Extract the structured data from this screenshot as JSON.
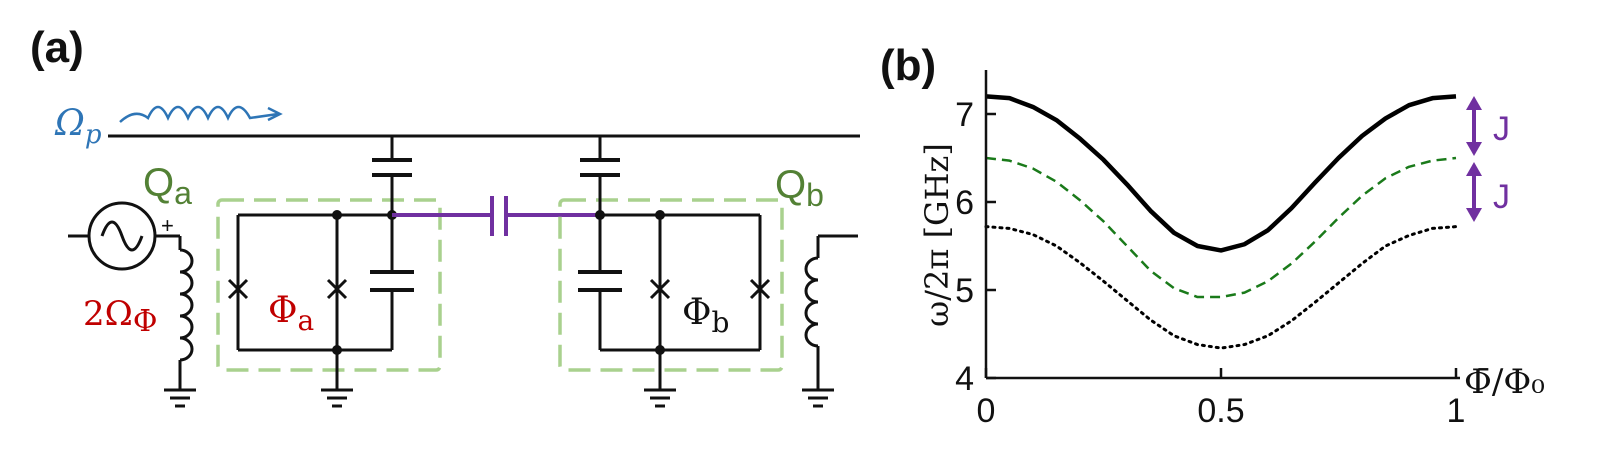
{
  "panel_a": {
    "label": "(a)",
    "pump_label": "Ω",
    "pump_sub": "p",
    "qubit_a_label": "Q",
    "qubit_a_sub": "a",
    "qubit_b_label": "Q",
    "qubit_b_sub": "b",
    "flux_drive_label": "2Ω",
    "flux_drive_sub": "Φ",
    "flux_a_label": "Φ",
    "flux_a_sub": "a",
    "flux_b_label": "Φ",
    "flux_b_sub": "b",
    "plus_sign": "+",
    "colors": {
      "pump": "#2e75b6",
      "qubit": "#538135",
      "flux": "#c00000",
      "coupler": "#7030a0",
      "box": "#a9d18e"
    }
  },
  "panel_b": {
    "label": "(b)",
    "coupling_label_1": "J",
    "coupling_label_2": "J"
  },
  "chart_data": {
    "type": "line",
    "xlabel": "Φ̄/Φ₀",
    "ylabel": "ω/2π  [GHz]",
    "xlim": [
      0,
      1
    ],
    "ylim": [
      4,
      7.5
    ],
    "xticks": [
      "0",
      "0.5",
      "1"
    ],
    "yticks": [
      "4",
      "5",
      "6",
      "7"
    ],
    "x": [
      0,
      0.05,
      0.1,
      0.15,
      0.2,
      0.25,
      0.3,
      0.35,
      0.4,
      0.45,
      0.5,
      0.55,
      0.6,
      0.65,
      0.7,
      0.75,
      0.8,
      0.85,
      0.9,
      0.95,
      1.0
    ],
    "series": [
      {
        "style": "solid",
        "color": "#000000",
        "values": [
          7.2,
          7.18,
          7.08,
          6.93,
          6.72,
          6.48,
          6.2,
          5.9,
          5.65,
          5.5,
          5.45,
          5.52,
          5.68,
          5.93,
          6.22,
          6.5,
          6.75,
          6.95,
          7.1,
          7.18,
          7.2
        ]
      },
      {
        "style": "dashed",
        "color": "#1a7a1a",
        "values": [
          6.5,
          6.47,
          6.38,
          6.23,
          6.02,
          5.78,
          5.5,
          5.22,
          5.02,
          4.92,
          4.92,
          4.97,
          5.1,
          5.3,
          5.55,
          5.82,
          6.07,
          6.27,
          6.4,
          6.47,
          6.5
        ]
      },
      {
        "style": "dotted",
        "color": "#000000",
        "values": [
          5.72,
          5.7,
          5.63,
          5.5,
          5.31,
          5.1,
          4.88,
          4.66,
          4.48,
          4.38,
          4.34,
          4.38,
          4.48,
          4.65,
          4.86,
          5.08,
          5.3,
          5.5,
          5.62,
          5.7,
          5.72
        ]
      }
    ]
  }
}
